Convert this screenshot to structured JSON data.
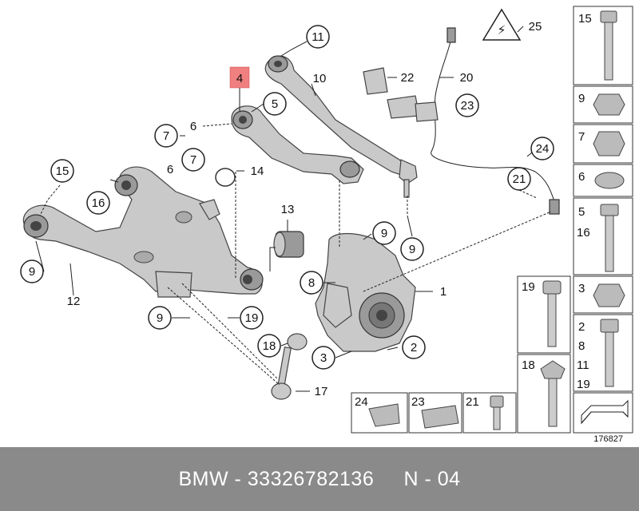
{
  "diagram": {
    "reference_number": "176827",
    "highlighted_callout": "4",
    "callouts": [
      {
        "label": "11"
      },
      {
        "label": "10"
      },
      {
        "label": "4"
      },
      {
        "label": "5"
      },
      {
        "label": "6"
      },
      {
        "label": "7"
      },
      {
        "label": "7"
      },
      {
        "label": "6"
      },
      {
        "label": "14"
      },
      {
        "label": "15"
      },
      {
        "label": "16"
      },
      {
        "label": "9"
      },
      {
        "label": "12"
      },
      {
        "label": "9"
      },
      {
        "label": "19"
      },
      {
        "label": "13"
      },
      {
        "label": "9"
      },
      {
        "label": "9"
      },
      {
        "label": "8"
      },
      {
        "label": "1"
      },
      {
        "label": "18"
      },
      {
        "label": "3"
      },
      {
        "label": "2"
      },
      {
        "label": "17"
      },
      {
        "label": "25"
      },
      {
        "label": "22"
      },
      {
        "label": "20"
      },
      {
        "label": "23"
      },
      {
        "label": "24"
      },
      {
        "label": "21"
      }
    ],
    "side_panel": [
      {
        "labels": [
          "15"
        ]
      },
      {
        "labels": [
          "9"
        ]
      },
      {
        "labels": [
          "7"
        ]
      },
      {
        "labels": [
          "6"
        ]
      },
      {
        "labels": [
          "5",
          "16"
        ]
      },
      {
        "labels": [
          "3"
        ]
      },
      {
        "labels": [
          "2",
          "8",
          "11",
          "19"
        ]
      }
    ],
    "middle_panel": [
      {
        "labels": [
          "19"
        ]
      },
      {
        "labels": [
          "18"
        ]
      }
    ],
    "bottom_panel": [
      {
        "labels": [
          "24"
        ]
      },
      {
        "labels": [
          "23"
        ]
      },
      {
        "labels": [
          "21"
        ]
      }
    ]
  },
  "footer": {
    "text": "BMW - 33326782136     N - 04"
  }
}
